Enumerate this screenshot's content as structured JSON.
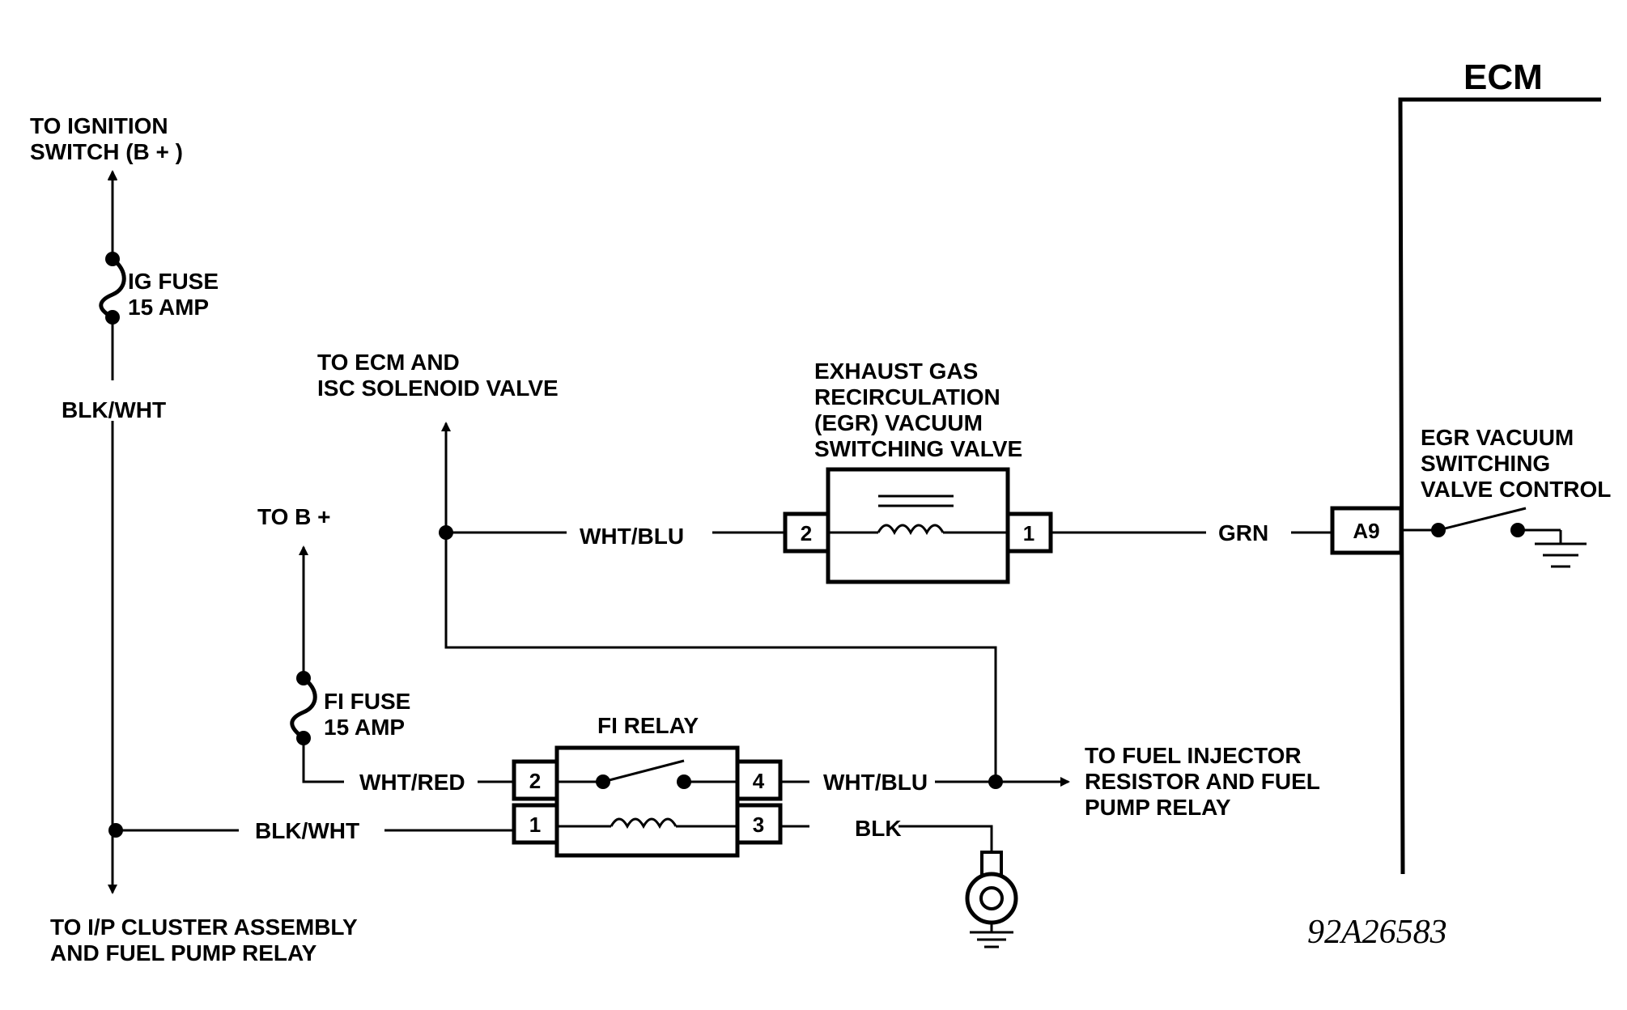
{
  "labels": {
    "ignition": [
      "TO IGNITION",
      "SWITCH (B + )"
    ],
    "ig_fuse": [
      "IG FUSE",
      "15 AMP"
    ],
    "blk_wht_vertical": "BLK/WHT",
    "to_b_plus": "TO B +",
    "fi_fuse": [
      "FI FUSE",
      "15 AMP"
    ],
    "to_ecm_isc": [
      "TO ECM AND",
      "ISC SOLENOID VALVE"
    ],
    "egr_valve": [
      "EXHAUST GAS",
      "RECIRCULATION",
      "(EGR) VACUUM",
      "SWITCHING VALVE"
    ],
    "wht_blu_top": "WHT/BLU",
    "grn": "GRN",
    "ecm": "ECM",
    "egr_control": [
      "EGR VACUUM",
      "SWITCHING",
      "VALVE CONTROL"
    ],
    "fi_relay": "FI RELAY",
    "wht_red": "WHT/RED",
    "blk_wht_horizontal": "BLK/WHT",
    "wht_blu_right": "WHT/BLU",
    "blk": "BLK",
    "to_fuel_injector": [
      "TO FUEL INJECTOR",
      "RESISTOR AND FUEL",
      "PUMP RELAY"
    ],
    "to_ip_cluster": [
      "TO I/P CLUSTER ASSEMBLY",
      "AND FUEL PUMP RELAY"
    ],
    "figure_id": "92A26583"
  },
  "pins": {
    "egr_left": "2",
    "egr_right": "1",
    "ecm_a9": "A9",
    "relay_2": "2",
    "relay_1": "1",
    "relay_4": "4",
    "relay_3": "3"
  }
}
